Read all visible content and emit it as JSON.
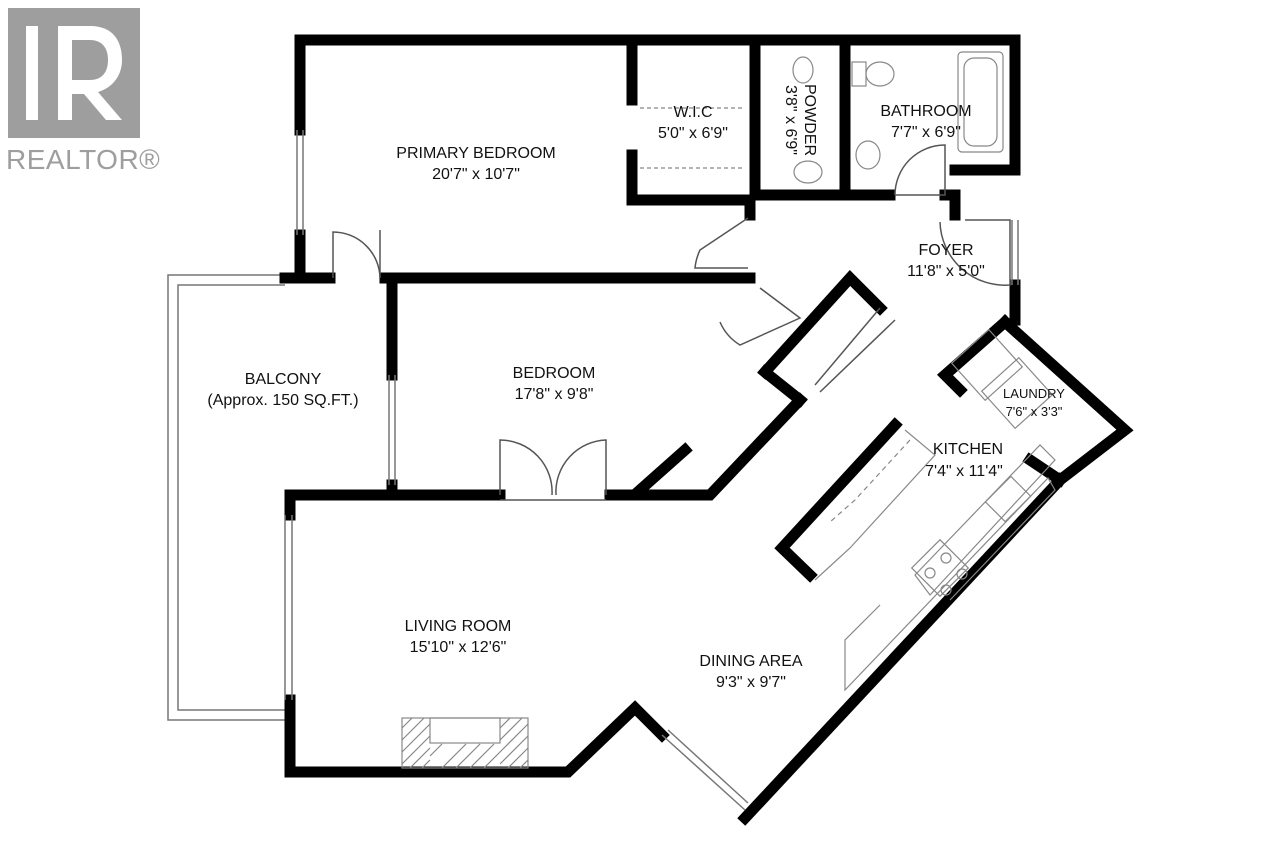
{
  "logo": {
    "text": "REALTOR®"
  },
  "rooms": {
    "primary_bedroom": {
      "name": "PRIMARY BEDROOM",
      "size": "20'7\" x 10'7\""
    },
    "wic": {
      "name": "W.I.C",
      "size": "5'0\" x 6'9\""
    },
    "powder": {
      "name": "POWDER",
      "size": "3'8\" x 6'9\""
    },
    "bathroom": {
      "name": "BATHROOM",
      "size": "7'7\" x 6'9\""
    },
    "foyer": {
      "name": "FOYER",
      "size": "11'8\" x 5'0\""
    },
    "balcony": {
      "name": "BALCONY",
      "size": "(Approx. 150 SQ.FT.)"
    },
    "bedroom": {
      "name": "BEDROOM",
      "size": "17'8\" x 9'8\""
    },
    "laundry": {
      "name": "LAUNDRY",
      "size": "7'6\" x 3'3\""
    },
    "kitchen": {
      "name": "KITCHEN",
      "size": "7'4\" x 11'4\""
    },
    "living_room": {
      "name": "LIVING ROOM",
      "size": "15'10\" x 12'6\""
    },
    "dining_area": {
      "name": "DINING AREA",
      "size": "9'3\" x 9'7\""
    }
  },
  "colors": {
    "wall": "#000000",
    "logo": "#9e9e9e",
    "fixture": "#888888"
  }
}
